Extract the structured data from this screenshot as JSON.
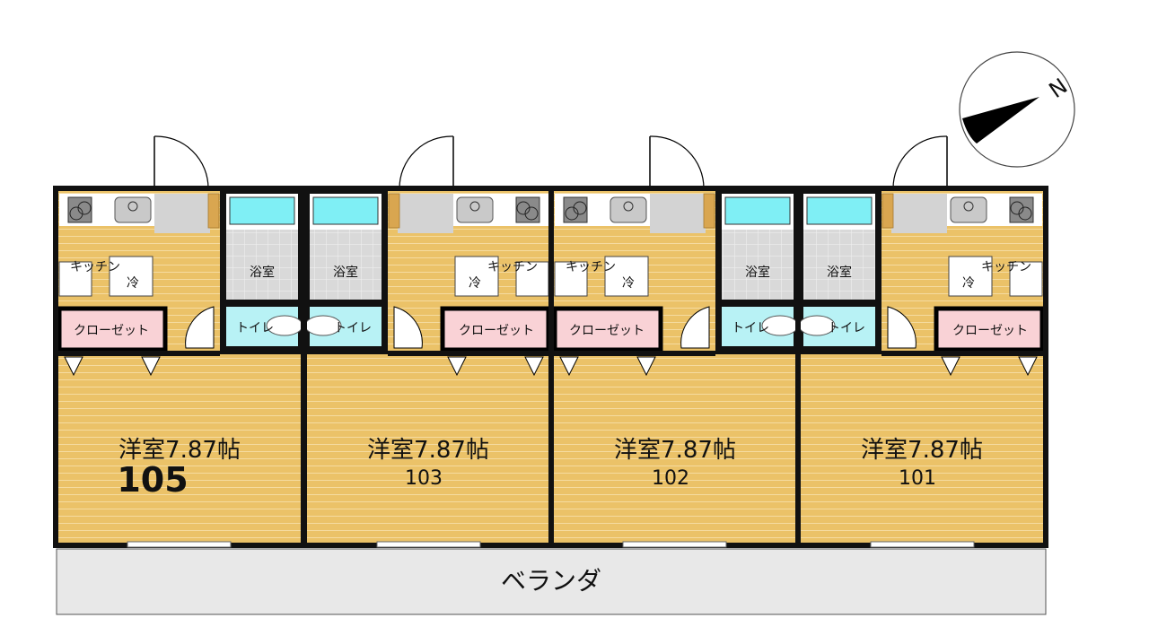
{
  "labels": {
    "kitchen": "キッチン",
    "fridge": "冷",
    "bath": "浴室",
    "toilet": "トイレ",
    "closet": "クローゼット",
    "veranda": "ベランダ",
    "compass": "N"
  },
  "units": [
    {
      "room": "洋室7.87帖",
      "number": "105",
      "mirrored": false
    },
    {
      "room": "洋室7.87帖",
      "number": "103",
      "mirrored": true
    },
    {
      "room": "洋室7.87帖",
      "number": "102",
      "mirrored": false
    },
    {
      "room": "洋室7.87帖",
      "number": "101",
      "mirrored": true
    }
  ],
  "colors": {
    "floor": "#EBC268",
    "floor_line": "#F5DBA0",
    "closet": "#F9D2D6",
    "toilet": "#B8F2F5",
    "tub": "#7FEFF5",
    "bath_floor": "#D9D9D9",
    "entry": "#D3D3D3",
    "veranda": "#E8E8E8",
    "wall": "#111111"
  }
}
